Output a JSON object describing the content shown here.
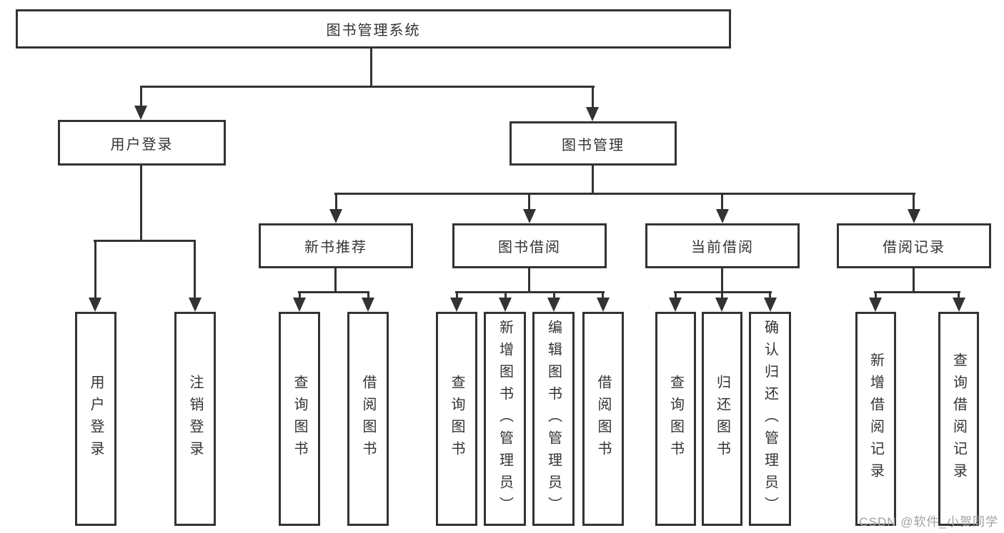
{
  "diagram": {
    "title": "图书管理系统",
    "branches": [
      {
        "label": "用户登录",
        "children": [
          {
            "label": "用户登录"
          },
          {
            "label": "注销登录"
          }
        ]
      },
      {
        "label": "图书管理",
        "children": [
          {
            "label": "新书推荐",
            "children": [
              {
                "label": "查询图书"
              },
              {
                "label": "借阅图书"
              }
            ]
          },
          {
            "label": "图书借阅",
            "children": [
              {
                "label": "查询图书"
              },
              {
                "label": "新增图书（管理员）"
              },
              {
                "label": "编辑图书（管理员）"
              },
              {
                "label": "借阅图书"
              }
            ]
          },
          {
            "label": "当前借阅",
            "children": [
              {
                "label": "查询图书"
              },
              {
                "label": "归还图书"
              },
              {
                "label": "确认归还（管理员）"
              }
            ]
          },
          {
            "label": "借阅记录",
            "children": [
              {
                "label": "新增借阅记录"
              },
              {
                "label": "查询借阅记录"
              }
            ]
          }
        ]
      }
    ]
  },
  "watermark": "CSDN @软件_小贺同学",
  "colors": {
    "line": "#333333",
    "box_border": "#333333",
    "text": "#333333",
    "watermark": "#a0a0a0",
    "background": "#ffffff"
  }
}
